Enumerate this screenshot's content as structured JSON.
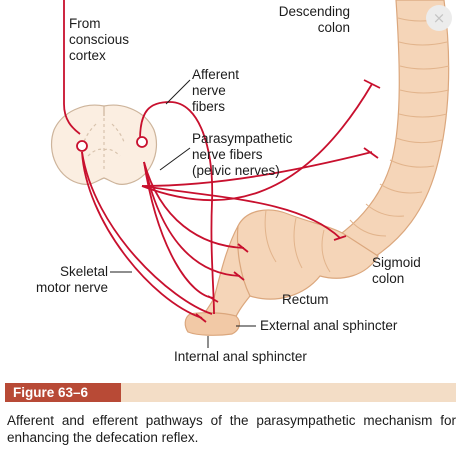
{
  "labels": {
    "from_cortex": "From\nconscious\ncortex",
    "afferent": "Afferent\nnerve\nfibers",
    "parasympathetic": "Parasympathetic\nnerve fibers\n(pelvic nerves)",
    "descending_colon": "Descending\ncolon",
    "sigmoid_colon": "Sigmoid\ncolon",
    "skeletal_motor": "Skeletal\nmotor nerve",
    "rectum": "Rectum",
    "external_sphincter": "External anal sphincter",
    "internal_sphincter": "Internal anal sphincter"
  },
  "figure": {
    "title": "Figure 63–6",
    "caption": "Afferent and efferent pathways of the parasympathetic mechanism for enhancing the defecation reflex."
  },
  "close_icon": "×",
  "colors": {
    "nerve": "#c8102e",
    "colon_fill": "#f5d5b8",
    "colon_stroke": "#dba77d",
    "spinal_cord": "#fbeee1",
    "figure_bar": "#f3ddc6",
    "figure_title_bg": "#b84a36"
  }
}
